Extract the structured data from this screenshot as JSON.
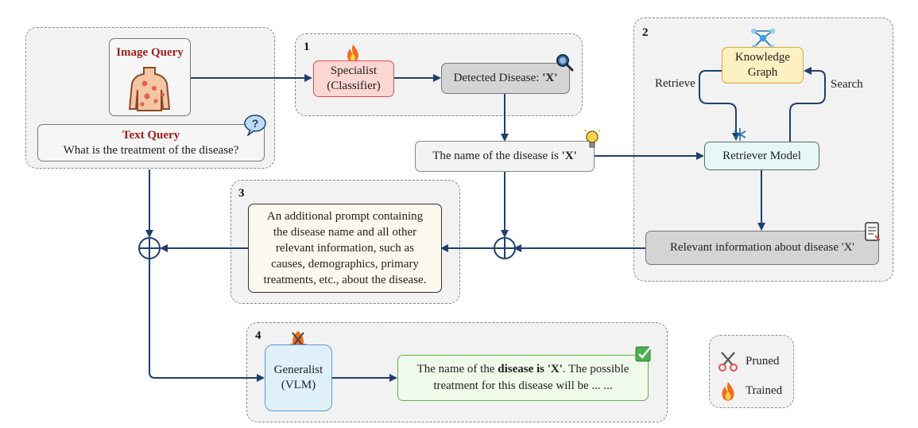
{
  "groups": {
    "g1": {
      "number": "1"
    },
    "g2": {
      "number": "2"
    },
    "g3": {
      "number": "3"
    },
    "g4": {
      "number": "4"
    }
  },
  "query": {
    "image_label": "Image Query",
    "text_label": "Text Query",
    "text_value": "What is the treatment of the disease?"
  },
  "specialist": {
    "line1": "Specialist",
    "line2": "(Classifier)"
  },
  "detected": {
    "prefix": "Detected Disease: ",
    "value": "'X'"
  },
  "name_box": {
    "prefix": "The name of the disease is ",
    "value": "'X'"
  },
  "knowledge_graph": {
    "line1": "Knowledge",
    "line2": "Graph"
  },
  "edges": {
    "retrieve": "Retrieve",
    "search": "Search"
  },
  "retriever": {
    "label": "Retriever Model"
  },
  "relevant": {
    "label": "Relevant information about disease 'X'"
  },
  "prompt_box": {
    "lines": [
      "An additional prompt containing",
      "the disease name and all other",
      "relevant information, such as",
      "causes, demographics, primary",
      "treatments, etc., about the disease."
    ]
  },
  "generalist": {
    "line1": "Generalist",
    "line2": "(VLM)"
  },
  "output": {
    "line1_a": "The name of the ",
    "line1_b": "disease is 'X'",
    "line1_c": ". The possible",
    "line2": "treatment for this disease will be ... ..."
  },
  "legend": {
    "pruned": "Pruned",
    "trained": "Trained"
  },
  "icons": {
    "body": "body-rash-icon",
    "question": "question-bubble-icon",
    "fire": "fire-icon",
    "magnifier": "magnifier-icon",
    "bulb": "lightbulb-icon",
    "network": "network-icon",
    "snowflake": "snowflake-icon",
    "document": "document-icon",
    "scissors": "scissors-icon",
    "check": "checkmark-icon"
  },
  "colors": {
    "wire": "#1f3f6e",
    "specialist_fill": "#fbd6d3",
    "specialist_border": "#d9534f",
    "kg_fill": "#fdf0c2",
    "kg_border": "#d8a93a",
    "retriever_fill": "#e6f7f7",
    "gray_fill": "#d4d4d4",
    "prompt_fill": "#fbf8ee",
    "vlm_fill": "#dff0fb",
    "vlm_border": "#5a9fd4",
    "output_fill": "#f0faea",
    "output_border": "#63b04f",
    "query_title": "#a01e1e"
  }
}
